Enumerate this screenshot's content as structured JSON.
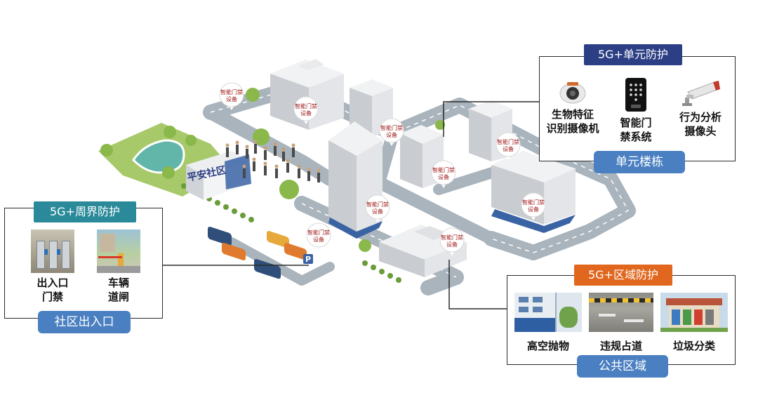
{
  "colors": {
    "unit_tag": "#2c3f85",
    "perimeter_tag": "#2a8a9a",
    "area_tag": "#e0671d",
    "pill_blue": "#4a7fc1",
    "road": "#a9b4bd",
    "grass": "#a8c96a",
    "building": "#dfe1e4",
    "connector": "#2b2b2b"
  },
  "scene": {
    "community_sign": "平安社区",
    "pin_label_line1": "智能门禁",
    "pin_label_line2": "设备"
  },
  "unit_panel": {
    "tag": "5G+单元防护",
    "pill": "单元楼栋",
    "items": [
      {
        "icon": "dome-camera-icon",
        "line1": "生物特征",
        "line2": "识别摄像机"
      },
      {
        "icon": "access-keypad-icon",
        "line1": "智能门",
        "line2": "禁系统"
      },
      {
        "icon": "bullet-camera-icon",
        "line1": "行为分析",
        "line2": "摄像头"
      }
    ]
  },
  "perimeter_panel": {
    "tag": "5G+周界防护",
    "pill": "社区出入口",
    "items": [
      {
        "icon": "entrance-gate-photo",
        "line1": "出入口",
        "line2": "门禁"
      },
      {
        "icon": "vehicle-barrier-photo",
        "line1": "车辆",
        "line2": "道闸"
      }
    ]
  },
  "area_panel": {
    "tag": "5G+区域防护",
    "pill": "公共区域",
    "items": [
      {
        "icon": "high-altitude-throwing-photo",
        "label": "高空抛物"
      },
      {
        "icon": "illegal-occupation-photo",
        "label": "违规占道"
      },
      {
        "icon": "garbage-sorting-photo",
        "label": "垃圾分类"
      }
    ]
  }
}
